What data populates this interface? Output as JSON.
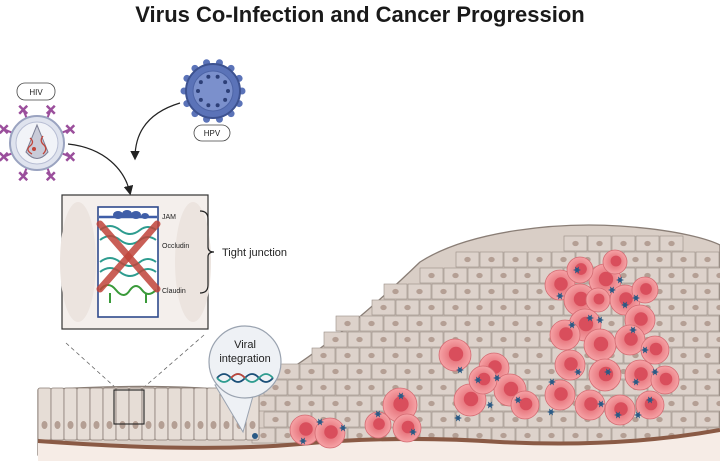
{
  "title": "Virus Co-Infection and Cancer Progression",
  "viruses": {
    "hiv_label": "HIV",
    "hpv_label": "HPV"
  },
  "tight_junction": {
    "label": "Tight junction",
    "proteins": [
      "JAM",
      "Occludin",
      "Claudin"
    ]
  },
  "viral_integration": {
    "line1": "Viral",
    "line2": "integration"
  },
  "colors": {
    "hpv": "#5b73b8",
    "hiv_spike": "#9b4f9c",
    "jam": "#3f5ea8",
    "occludin": "#2e9c8f",
    "claudin": "#3a9a3a",
    "cross": "#c0443a",
    "tissue": "#d6cbc3",
    "cancer_cell": "#f08a8f",
    "viral_particle": "#2a5a85"
  }
}
